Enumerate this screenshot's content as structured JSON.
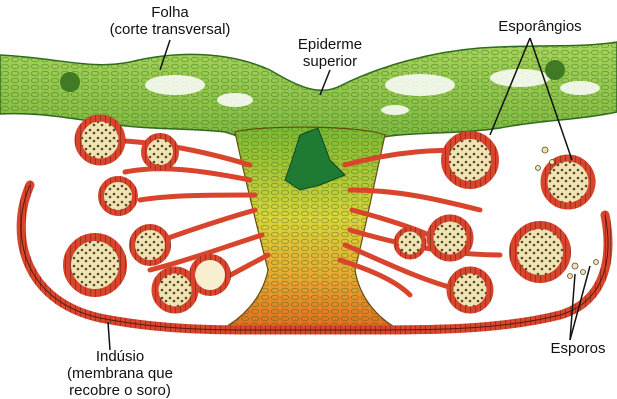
{
  "labels": {
    "folha": {
      "line1": "Folha",
      "line2": "(corte transversal)"
    },
    "epiderme": {
      "line1": "Epiderme",
      "line2": "superior"
    },
    "esporangios": {
      "line1": "Esporângios"
    },
    "indusio": {
      "line1": "Indúsio",
      "line2": "(membrana que",
      "line3": "recobre o soro)"
    },
    "esporos": {
      "line1": "Esporos"
    }
  },
  "colors": {
    "leaf_green": "#7fbf3a",
    "leaf_dark": "#3f8f2a",
    "vascular": "#2e7d32",
    "stalk_yellow": "#d8d23a",
    "indusium_orange": "#e06a1e",
    "sporangium_red": "#c9352a",
    "spore_fill": "#efe3b6"
  }
}
